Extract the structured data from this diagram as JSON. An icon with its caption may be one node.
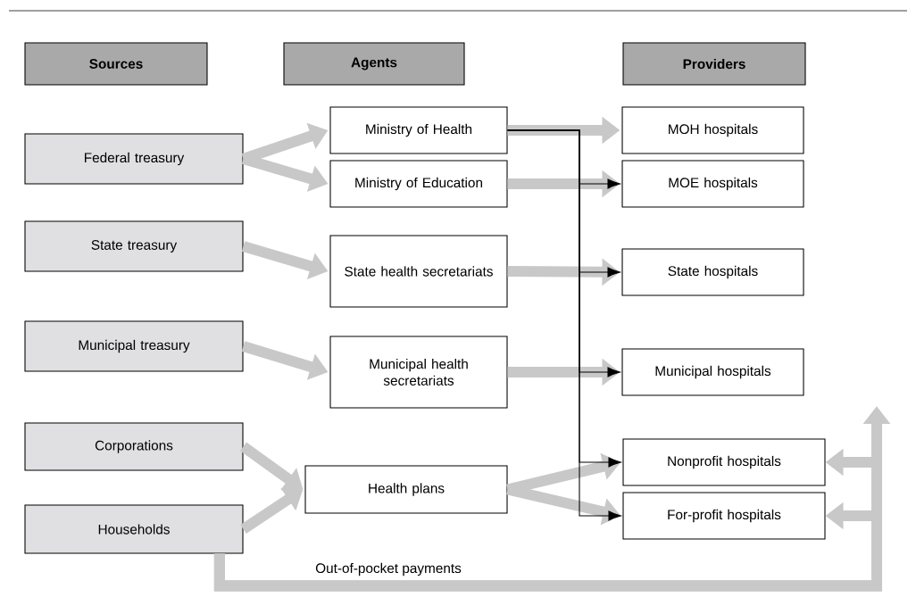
{
  "diagram": {
    "nodes": [
      {
        "text": [
          "Sources"
        ]
      },
      {
        "text": [
          "Agents"
        ]
      },
      {
        "text": [
          "Providers"
        ]
      },
      {
        "text": [
          "Federal treasury"
        ]
      },
      {
        "text": [
          "Ministry of Health"
        ]
      },
      {
        "text": [
          "Ministry of Education"
        ]
      },
      {
        "text": [
          "MOH hospitals"
        ]
      },
      {
        "text": [
          "MOE hospitals"
        ]
      },
      {
        "text": [
          "State treasury"
        ]
      },
      {
        "text": [
          "State health secretariats"
        ]
      },
      {
        "text": [
          "State hospitals"
        ]
      },
      {
        "text": [
          "Municipal treasury"
        ]
      },
      {
        "text": [
          "Municipal health secretariats"
        ]
      },
      {
        "text": [
          "Municipal hospitals"
        ]
      },
      {
        "text": [
          "Corporations"
        ]
      },
      {
        "text": [
          "Households"
        ]
      },
      {
        "text": [
          "Health plans"
        ]
      },
      {
        "text": [
          "Nonprofit hospitals"
        ]
      },
      {
        "text": [
          "For-profit hospitals"
        ]
      }
    ],
    "edges": [
      {
        "from": 3,
        "to": 4,
        "arrow": "to"
      },
      {
        "from": 3,
        "to": 5,
        "arrow": "to"
      },
      {
        "from": 4,
        "to": 6,
        "arrow": "to"
      },
      {
        "from": 5,
        "to": 7,
        "arrow": "to"
      },
      {
        "from": 8,
        "to": 9,
        "arrow": "to"
      },
      {
        "from": 9,
        "to": 10,
        "arrow": "to"
      },
      {
        "from": 11,
        "to": 12,
        "arrow": "to"
      },
      {
        "from": 12,
        "to": 13,
        "arrow": "to"
      },
      {
        "from": 14,
        "to": 16,
        "arrow": "to"
      },
      {
        "from": 15,
        "to": 16,
        "arrow": "to"
      },
      {
        "from": 16,
        "to": 17,
        "arrow": "to"
      },
      {
        "from": 16,
        "to": 18,
        "arrow": "to"
      },
      {
        "from": 15,
        "to": 17,
        "arrow": "to",
        "label": "Out-of-pocket payments"
      },
      {
        "from": 15,
        "to": 18,
        "arrow": "to"
      },
      {
        "from": 15,
        "to": null,
        "arrow": "to"
      },
      {
        "from": 4,
        "to": 7,
        "arrow": "to",
        "color": "#000000"
      },
      {
        "from": 4,
        "to": 10,
        "arrow": "to",
        "color": "#000000"
      },
      {
        "from": 4,
        "to": 13,
        "arrow": "to",
        "color": "#000000"
      },
      {
        "from": 4,
        "to": 17,
        "arrow": "to",
        "color": "#000000"
      },
      {
        "from": 4,
        "to": 18,
        "arrow": "to",
        "color": "#000000"
      }
    ]
  }
}
